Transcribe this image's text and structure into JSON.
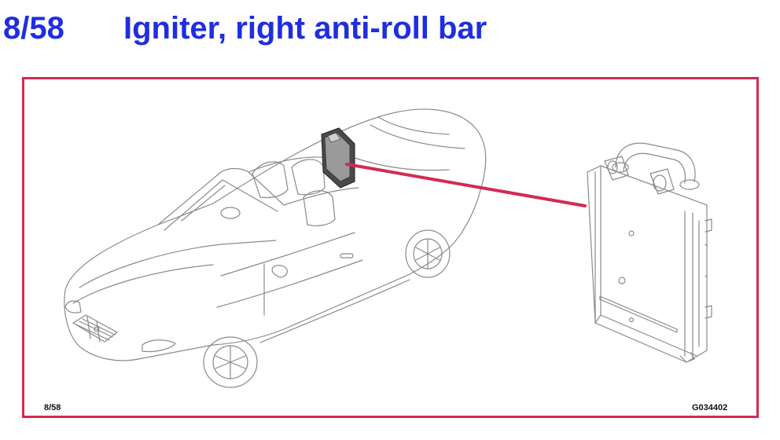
{
  "header": {
    "page_number": "8/58",
    "title": "Igniter, right anti-roll bar"
  },
  "footer": {
    "page_ref": "8/58",
    "figure_id": "G034402"
  },
  "colors": {
    "title": "#1f2ee0",
    "frame_border": "#d42a52",
    "callout_line": "#d42a52",
    "line_art": "#8a8a8a"
  },
  "icons": {
    "vehicle": "convertible-car-illustration",
    "component": "igniter-unit-illustration"
  }
}
